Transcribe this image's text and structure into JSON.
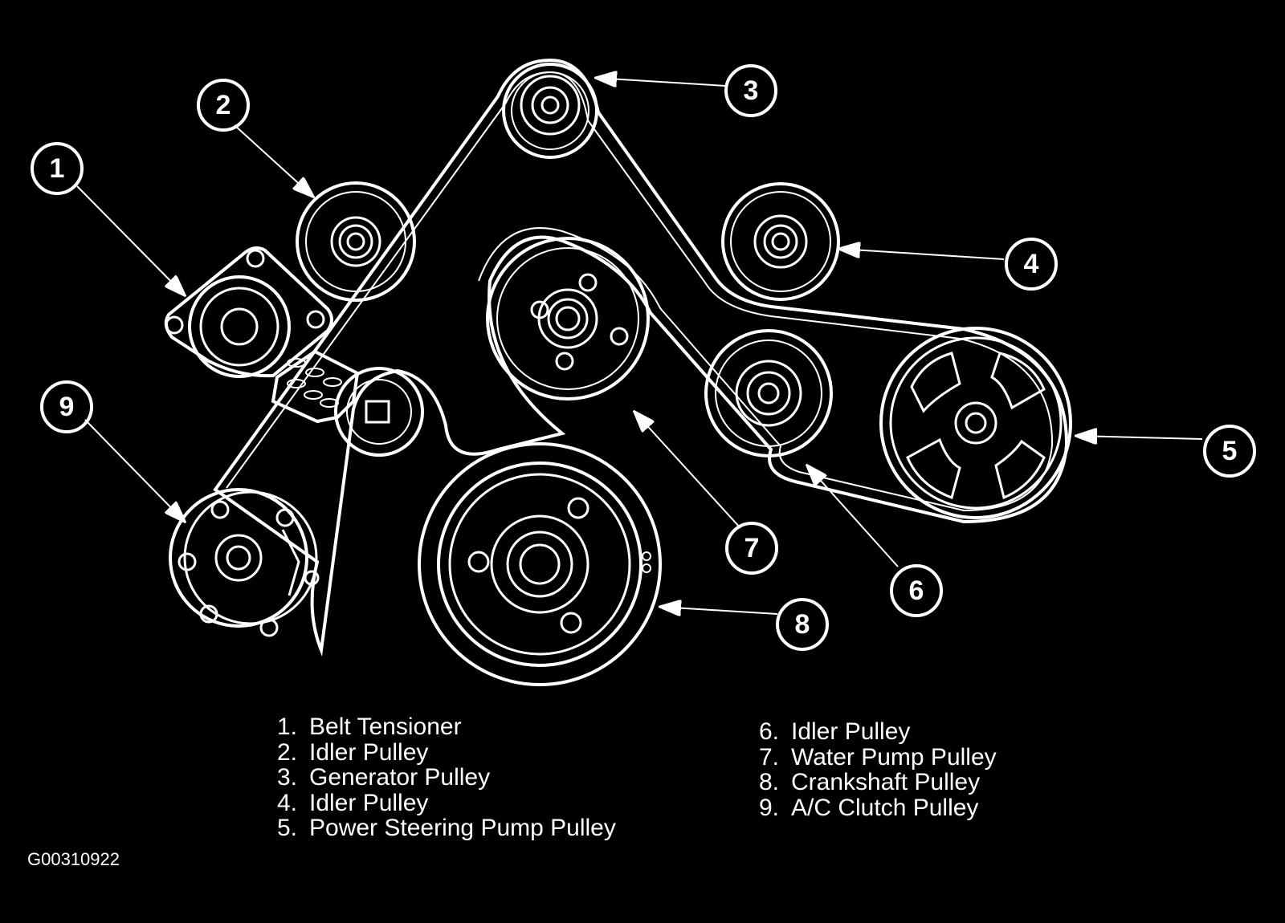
{
  "callouts": [
    "1",
    "2",
    "3",
    "4",
    "5",
    "6",
    "7",
    "8",
    "9"
  ],
  "legend": {
    "left": [
      {
        "num": "1.",
        "label": "Belt Tensioner"
      },
      {
        "num": "2.",
        "label": "Idler Pulley"
      },
      {
        "num": "3.",
        "label": "Generator Pulley"
      },
      {
        "num": "4.",
        "label": "Idler Pulley"
      },
      {
        "num": "5.",
        "label": "Power Steering Pump Pulley"
      }
    ],
    "right": [
      {
        "num": "6.",
        "label": "Idler Pulley"
      },
      {
        "num": "7.",
        "label": "Water Pump Pulley"
      },
      {
        "num": "8.",
        "label": "Crankshaft Pulley"
      },
      {
        "num": "9.",
        "label": "A/C Clutch Pulley"
      }
    ]
  },
  "figure_id": "G00310922"
}
